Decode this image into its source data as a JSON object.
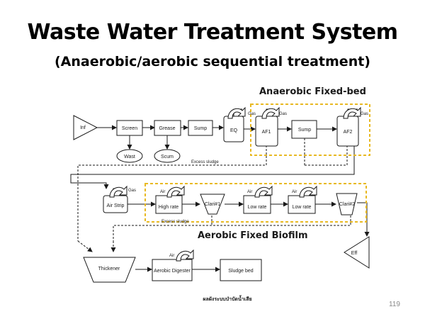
{
  "slide": {
    "title": "Waste Water Treatment System",
    "subtitle": "(Anaerobic/aerobic sequential treatment)",
    "page_number": "119"
  },
  "callouts": {
    "anaerobic": "Anaerobic Fixed-bed",
    "aerobic": "Aerobic Fixed Biofilm"
  },
  "units": {
    "inf": "Inf",
    "screen": "Screen",
    "grease": "Grease",
    "sump1": "Sump",
    "eq": "EQ",
    "af1": "AF1",
    "sump2": "Sump",
    "af2": "AF2",
    "wast": "Wast",
    "scum": "Scum",
    "air_strip": "Air Strip",
    "high_rate": "High rate",
    "clari1": "Clari#1",
    "low_rate1": "Low rate",
    "low_rate2": "Low rate",
    "clari2": "Clari#2",
    "eff": "Eff",
    "thickener": "Thickener",
    "aerobic_digester": "Aerobic Digester",
    "sludge_bed": "Sludge bed"
  },
  "labels": {
    "gas": "Gas",
    "air": "Air",
    "excess_sludge_top": "Excess sludge",
    "excess_sludge_mid": "Excess sludge",
    "caption_thai": "ผลผังระบบบำบัดน้ำเสีย"
  },
  "colors": {
    "highlight_box": "#e8b923",
    "line": "#1a1a1a"
  }
}
